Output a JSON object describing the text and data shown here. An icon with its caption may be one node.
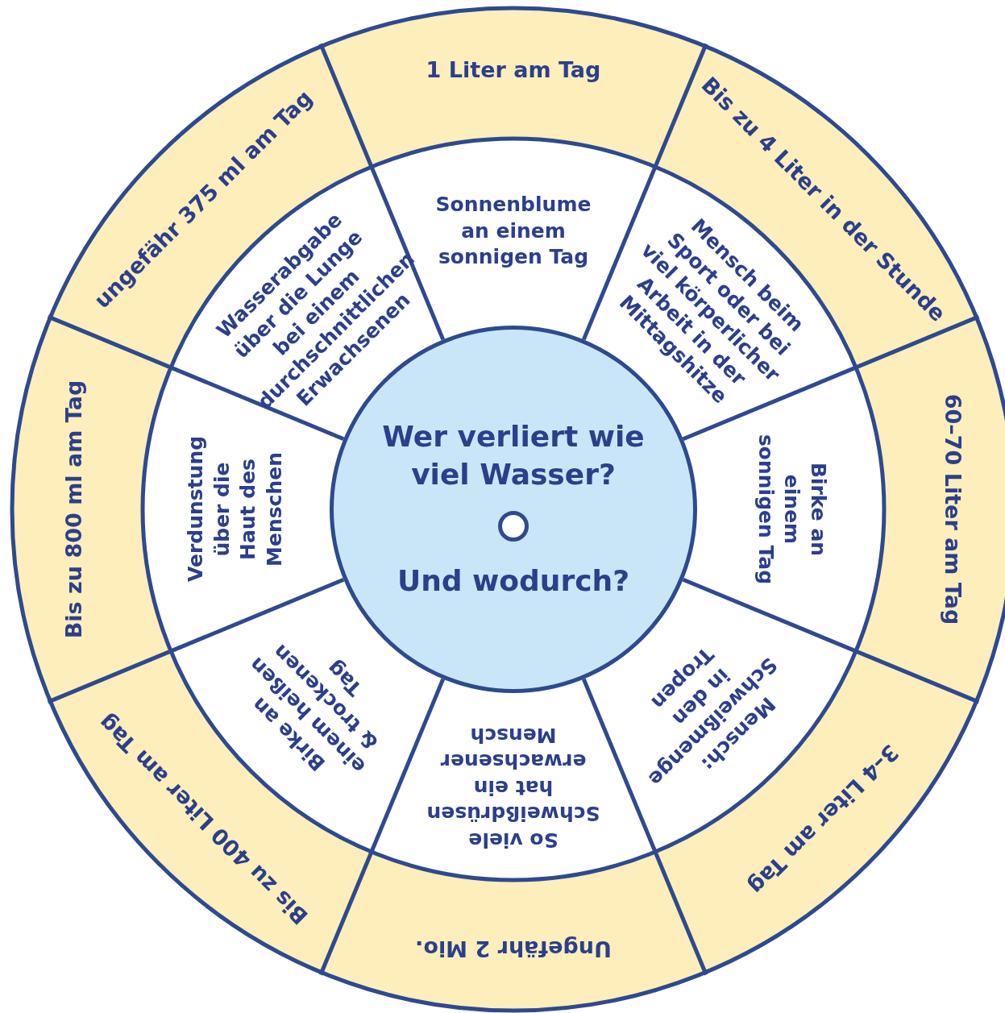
{
  "diagram": {
    "nodes": [
      {
        "text": [
          "Wer verliert wie viel Wasser?",
          "Und wodurch?"
        ]
      },
      {
        "text": [
          "Sonnenblume an einem sonnigen Tag"
        ]
      },
      {
        "text": [
          "Mensch beim Sport oder bei viel körperlicher Arbeit in der Mittagshitze"
        ]
      },
      {
        "text": [
          "Birke an einem sonnigen Tag"
        ]
      },
      {
        "text": [
          "Mensch: Schweißmenge in den Tropen"
        ]
      },
      {
        "text": [
          "So viele Schweißdrüsen hat ein erwachsener Mensch"
        ]
      },
      {
        "text": [
          "Birke an einem heißen & trockenen Tag"
        ]
      },
      {
        "text": [
          "Verdunstung über die Haut des Menschen"
        ]
      },
      {
        "text": [
          "Wasserabgabe über die Lunge bei einem durchschnittlichen Erwachsenen"
        ]
      },
      {
        "text": [
          "1 Liter am Tag"
        ]
      },
      {
        "text": [
          "Bis zu 4 Liter in der Stunde"
        ]
      },
      {
        "text": [
          "60–70 Liter am Tag"
        ]
      },
      {
        "text": [
          "3–4 Liter am Tag"
        ]
      },
      {
        "text": [
          "Ungefähr 2 Mio."
        ]
      },
      {
        "text": [
          "Bis zu 400 Liter am Tag"
        ]
      },
      {
        "text": [
          "Bis zu 800 ml am Tag"
        ]
      },
      {
        "text": [
          "ungefähr 375 ml am Tag"
        ]
      }
    ]
  }
}
